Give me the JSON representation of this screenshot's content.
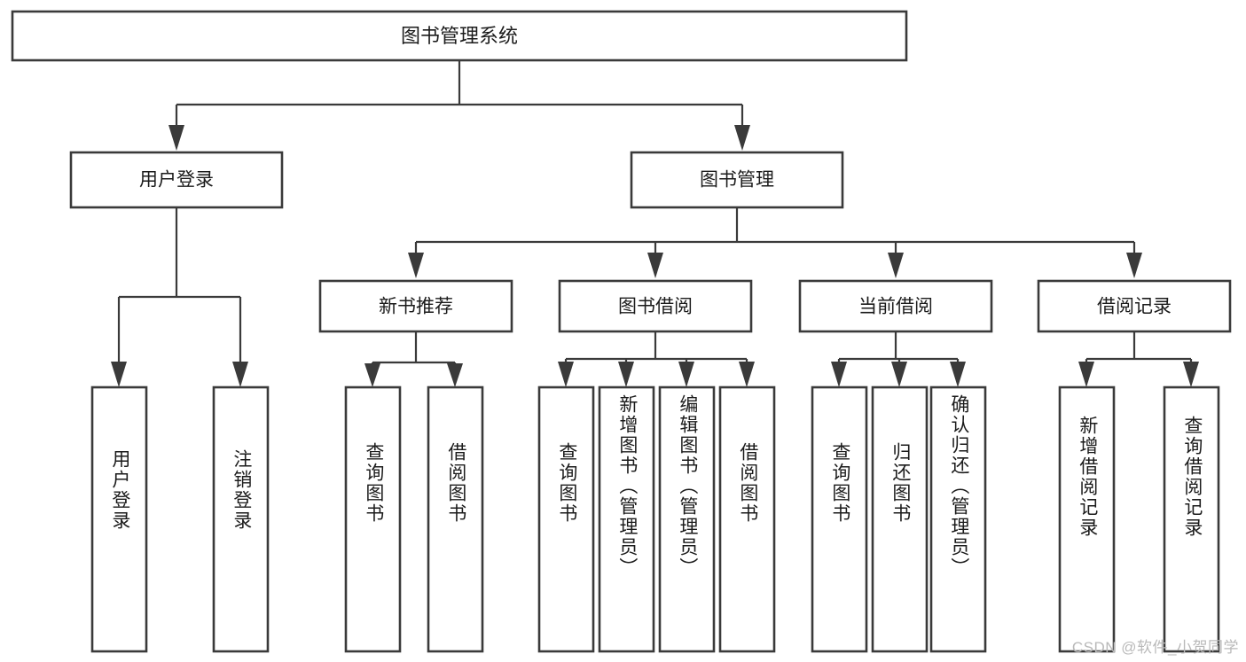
{
  "diagram": {
    "type": "tree",
    "title": "图书管理系统",
    "watermark": "CSDN @软件_小贺同学",
    "colors": {
      "box_stroke": "#3a3a3a",
      "box_fill": "#ffffff",
      "connector": "#3a3a3a",
      "text": "#1b1b1b",
      "watermark": "#b9b9b9",
      "background": "#ffffff"
    },
    "root": {
      "label": "图书管理系统"
    },
    "level2": [
      {
        "label": "用户登录"
      },
      {
        "label": "图书管理"
      }
    ],
    "level3": [
      {
        "label": "新书推荐"
      },
      {
        "label": "图书借阅"
      },
      {
        "label": "当前借阅"
      },
      {
        "label": "借阅记录"
      }
    ],
    "leaves": {
      "user_login": [
        {
          "label": "用户登录"
        },
        {
          "label": "注销登录"
        }
      ],
      "new_book_recommend": [
        {
          "label": "查询图书"
        },
        {
          "label": "借阅图书"
        }
      ],
      "book_borrow": [
        {
          "label": "查询图书"
        },
        {
          "label": "新增图书（管理员）"
        },
        {
          "label": "编辑图书（管理员）"
        },
        {
          "label": "借阅图书"
        }
      ],
      "current_borrow": [
        {
          "label": "查询图书"
        },
        {
          "label": "归还图书"
        },
        {
          "label": "确认归还（管理员）"
        }
      ],
      "borrow_record": [
        {
          "label": "新增借阅记录"
        },
        {
          "label": "查询借阅记录"
        }
      ]
    }
  }
}
